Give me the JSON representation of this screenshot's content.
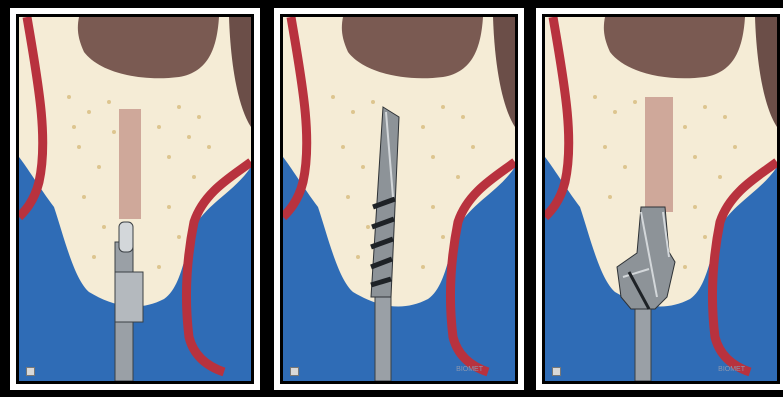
{
  "figure": {
    "panels": [
      {
        "name": "panel-1",
        "instrument": "guide-pin",
        "signature": ""
      },
      {
        "name": "panel-2",
        "instrument": "twist-drill",
        "signature": "BIOMET"
      },
      {
        "name": "panel-3",
        "instrument": "countersink-drill",
        "signature": "BIOMET"
      }
    ],
    "colors": {
      "gingiva_blue": "#2f6cb6",
      "bone": "#f5ecd6",
      "bone_dots": "#ddc58f",
      "soft_tissue_red": "#b8323e",
      "sinus": "#7a5a52",
      "osteotomy": "#cfa89a",
      "metal": "#9aa0a6"
    }
  }
}
